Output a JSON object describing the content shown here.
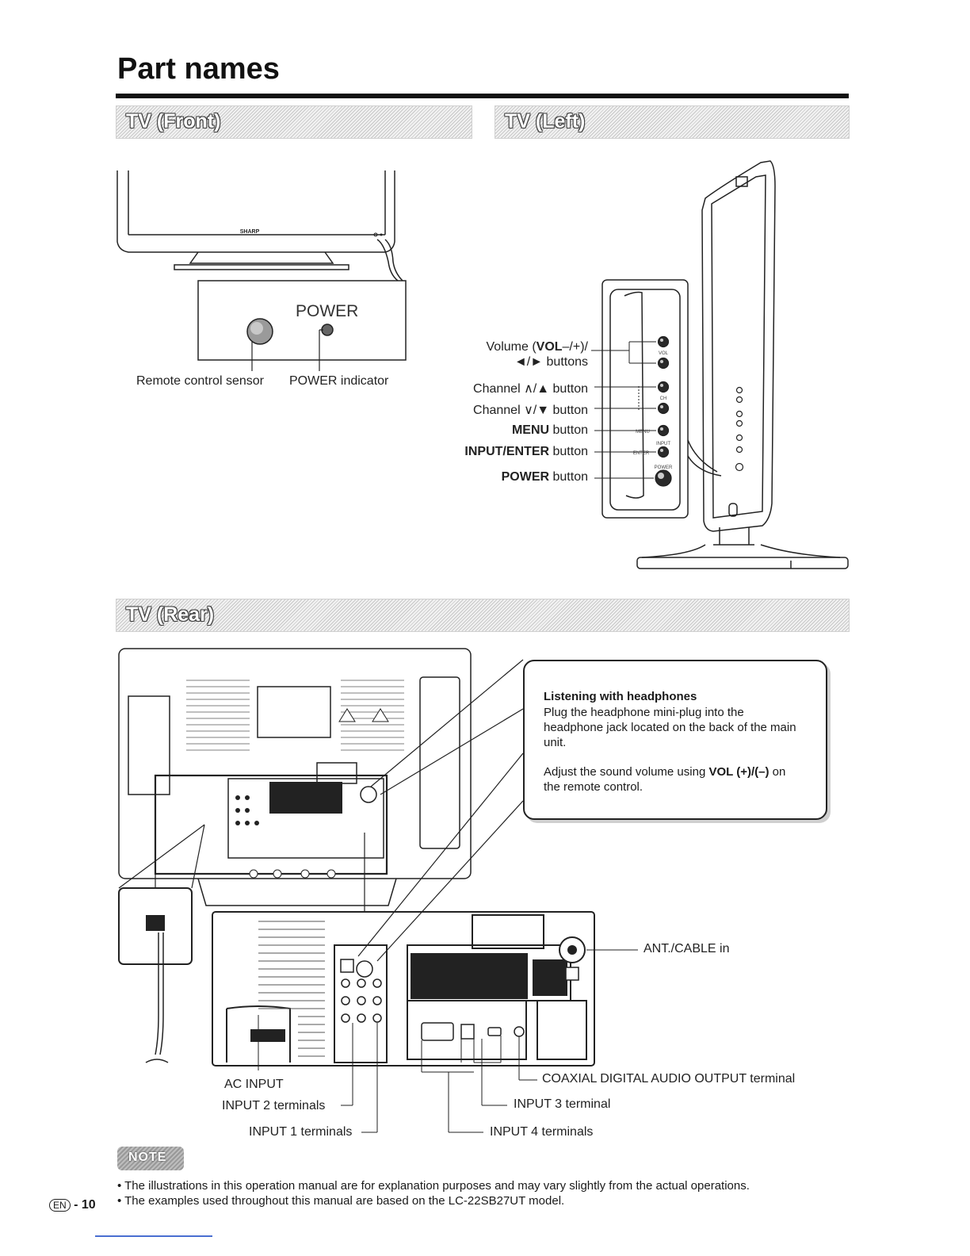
{
  "page_title": "Part names",
  "sections": {
    "front": "TV (Front)",
    "left": "TV (Left)",
    "rear": "TV (Rear)"
  },
  "front": {
    "brand": "SHARP",
    "power_label": "POWER",
    "remote_sensor": "Remote control sensor",
    "power_indicator": "POWER indicator"
  },
  "left": {
    "volume_1_pre": "Volume (",
    "volume_1_bold": "VOL",
    "volume_1_post": "–/+)/",
    "volume_2": "◄/► buttons",
    "channel_up": "Channel ∧/▲ button",
    "channel_down": "Channel ∨/▼ button",
    "menu_bold": "MENU",
    "menu_rest": " button",
    "input_bold": "INPUT/ENTER",
    "input_rest": " button",
    "power_bold": "POWER",
    "power_rest": " button",
    "panel_vol": "VOL",
    "panel_ch": "CH",
    "panel_menu": "MENU",
    "panel_input": "INPUT",
    "panel_enter": "ENTER",
    "panel_power": "POWER"
  },
  "rear": {
    "callout_title": "Listening with headphones",
    "callout_p1": "Plug the headphone mini-plug into the headphone jack located on the back of the main unit.",
    "callout_p2_pre": "Adjust the sound volume using ",
    "callout_p2_bold": "VOL (+)/(–)",
    "callout_p2_post": " on the remote control.",
    "ant_cable": "ANT./CABLE in",
    "ac_input": "AC INPUT",
    "input2": "INPUT 2 terminals",
    "input1": "INPUT 1 terminals",
    "coaxial": "COAXIAL DIGITAL AUDIO OUTPUT terminal",
    "input3": "INPUT 3 terminal",
    "input4": "INPUT 4 terminals"
  },
  "note": {
    "badge": "NOTE",
    "line1": "• The illustrations in this operation manual are for explanation purposes and may vary slightly from the actual operations.",
    "line2": "• The examples used throughout this manual are based on the LC-22SB27UT model."
  },
  "page_number": {
    "lang": "EN",
    "num": "- 10"
  }
}
